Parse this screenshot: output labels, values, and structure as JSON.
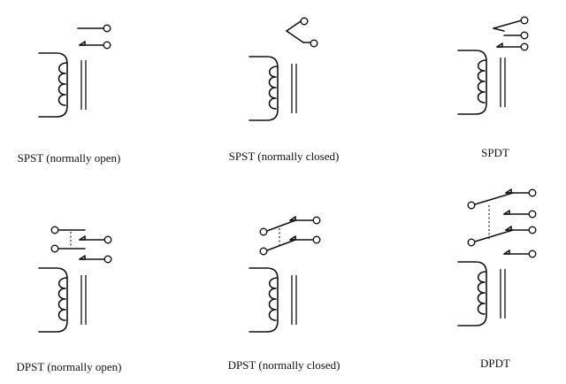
{
  "diagrams": [
    {
      "label": "SPST (normally open)"
    },
    {
      "label": "SPST (normally closed)"
    },
    {
      "label": "SPDT"
    },
    {
      "label": "DPST (normally open)"
    },
    {
      "label": "DPST (normally closed)"
    },
    {
      "label": "DPDT"
    }
  ],
  "colors": {
    "ink": "#111111",
    "background": "#ffffff"
  }
}
